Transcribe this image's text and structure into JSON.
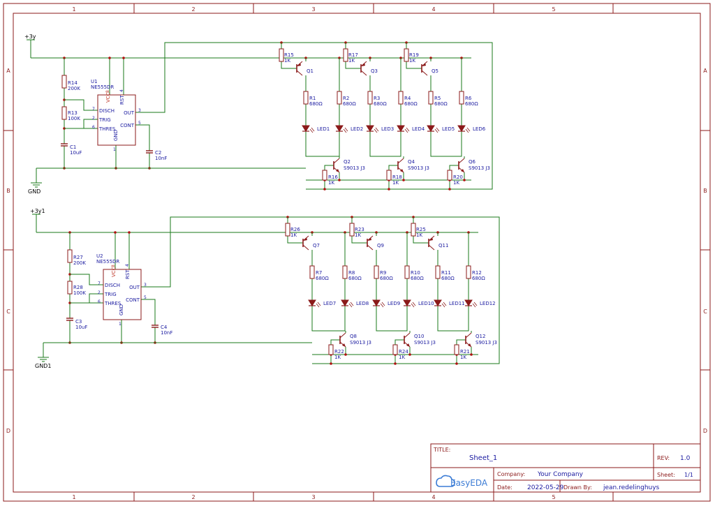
{
  "frame": {
    "columns": [
      "1",
      "2",
      "3",
      "4",
      "5"
    ],
    "rows": [
      "A",
      "B",
      "C",
      "D"
    ]
  },
  "colors": {
    "frame": "#8b1a1a",
    "wire": "#1a7a1a",
    "label": "#1a1aa0",
    "pin": "#c0392b",
    "part": "#8b1a1a",
    "junction": "#b01010"
  },
  "circuits": [
    {
      "supply": "+3y",
      "ground": "GND",
      "timer": {
        "ref": "U1",
        "part": "NE555DR",
        "pins": {
          "vcc": "VCC",
          "rst": "RST",
          "disch": "DISCH",
          "trig": "TRIG",
          "thres": "THRES",
          "out": "OUT",
          "cont": "CONT",
          "gnd": "GND"
        },
        "pin_numbers": {
          "vcc": "8",
          "rst": "4",
          "disch": "7",
          "trig": "2",
          "thres": "6",
          "out": "3",
          "cont": "5",
          "gnd": "1"
        }
      },
      "timing_parts": [
        {
          "ref": "R14",
          "value": "200K"
        },
        {
          "ref": "R13",
          "value": "100K"
        },
        {
          "ref": "C1",
          "value": "10uF"
        },
        {
          "ref": "C2",
          "value": "10nF"
        }
      ],
      "stages": [
        {
          "base_res": {
            "ref": "R15",
            "value": "1K"
          },
          "pnp": "Q1",
          "led_res": [
            {
              "ref": "R1",
              "value": "680Ω"
            },
            {
              "ref": "R2",
              "value": "680Ω"
            }
          ],
          "leds": [
            "LED1",
            "LED2"
          ],
          "npn": "Q2",
          "npn_part": "S9013 J3",
          "npn_res": {
            "ref": "R16",
            "value": "1K"
          }
        },
        {
          "base_res": {
            "ref": "R17",
            "value": "1K"
          },
          "pnp": "Q3",
          "led_res": [
            {
              "ref": "R3",
              "value": "680Ω"
            },
            {
              "ref": "R4",
              "value": "680Ω"
            }
          ],
          "leds": [
            "LED3",
            "LED4"
          ],
          "npn": "Q4",
          "npn_part": "S9013 J3",
          "npn_res": {
            "ref": "R18",
            "value": "1K"
          }
        },
        {
          "base_res": {
            "ref": "R19",
            "value": "1K"
          },
          "pnp": "Q5",
          "led_res": [
            {
              "ref": "R5",
              "value": "680Ω"
            },
            {
              "ref": "R6",
              "value": "680Ω"
            }
          ],
          "leds": [
            "LED5",
            "LED6"
          ],
          "npn": "Q6",
          "npn_part": "S9013 J3",
          "npn_res": {
            "ref": "R20",
            "value": "1K"
          }
        }
      ]
    },
    {
      "supply": "+3y1",
      "ground": "GND1",
      "timer": {
        "ref": "U2",
        "part": "NE555DR",
        "pins": {
          "vcc": "VCC",
          "rst": "RST",
          "disch": "DISCH",
          "trig": "TRIG",
          "thres": "THRES",
          "out": "OUT",
          "cont": "CONT",
          "gnd": "GND"
        },
        "pin_numbers": {
          "vcc": "8",
          "rst": "4",
          "disch": "7",
          "trig": "2",
          "thres": "6",
          "out": "3",
          "cont": "5",
          "gnd": "1"
        }
      },
      "timing_parts": [
        {
          "ref": "R27",
          "value": "200K"
        },
        {
          "ref": "R28",
          "value": "100K"
        },
        {
          "ref": "C3",
          "value": "10uF"
        },
        {
          "ref": "C4",
          "value": "10nF"
        }
      ],
      "stages": [
        {
          "base_res": {
            "ref": "R26",
            "value": "1K"
          },
          "pnp": "Q7",
          "led_res": [
            {
              "ref": "R7",
              "value": "680Ω"
            },
            {
              "ref": "R8",
              "value": "680Ω"
            }
          ],
          "leds": [
            "LED7",
            "LED8"
          ],
          "npn": "Q8",
          "npn_part": "S9013 J3",
          "npn_res": {
            "ref": "R22",
            "value": "1K"
          }
        },
        {
          "base_res": {
            "ref": "R23",
            "value": "1K"
          },
          "pnp": "Q9",
          "led_res": [
            {
              "ref": "R9",
              "value": "680Ω"
            },
            {
              "ref": "R10",
              "value": "680Ω"
            }
          ],
          "leds": [
            "LED9",
            "LED10"
          ],
          "npn": "Q10",
          "npn_part": "S9013 J3",
          "npn_res": {
            "ref": "R24",
            "value": "1K"
          }
        },
        {
          "base_res": {
            "ref": "R25",
            "value": "1K"
          },
          "pnp": "Q11",
          "led_res": [
            {
              "ref": "R11",
              "value": "680Ω"
            },
            {
              "ref": "R12",
              "value": "680Ω"
            }
          ],
          "leds": [
            "LED11",
            "LED12"
          ],
          "npn": "Q12",
          "npn_part": "S9013 J3",
          "npn_res": {
            "ref": "R21",
            "value": "1K"
          }
        }
      ]
    }
  ],
  "title_block": {
    "title_label": "TITLE:",
    "title": "Sheet_1",
    "rev_label": "REV:",
    "rev": "1.0",
    "company_label": "Company:",
    "company": "Your Company",
    "sheet_label": "Sheet:",
    "sheet": "1/1",
    "date_label": "Date:",
    "date": "2022-05-29",
    "drawn_label": "Drawn By:",
    "drawn_by": "jean.redelinghuys",
    "logo_text": "EasyEDA"
  }
}
